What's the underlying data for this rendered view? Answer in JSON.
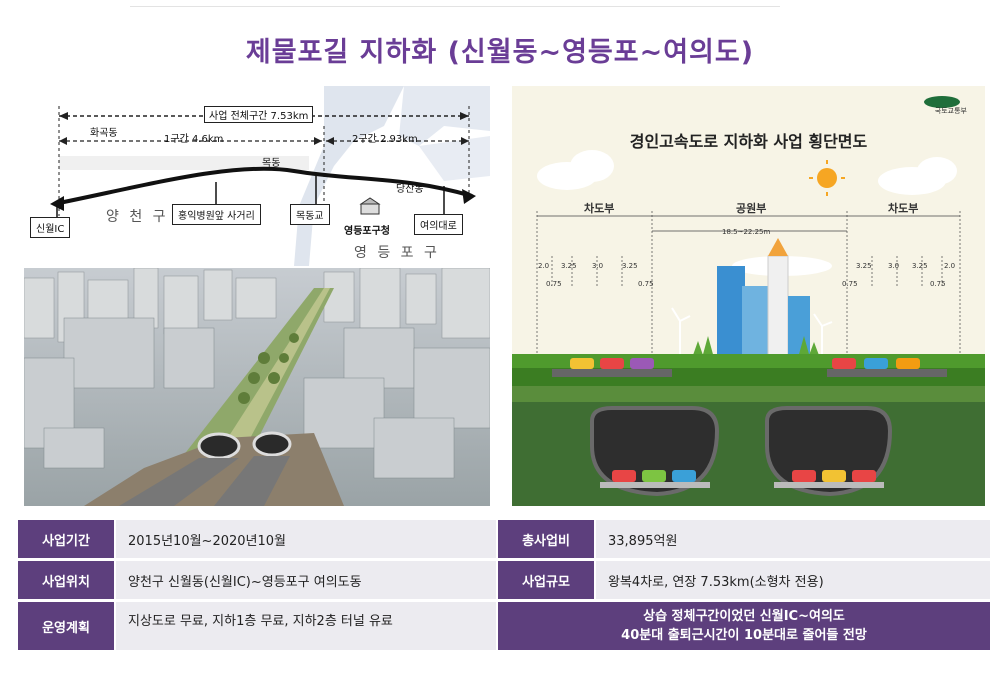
{
  "title": "제물포길 지하화 (신월동~영등포~여의도)",
  "map": {
    "total_label": "사업 전체구간 7.53km",
    "section1_label": "1구간 4.6km",
    "section2_label": "2구간 2.93km",
    "places": {
      "hwagok": "화곡동",
      "mok": "목동",
      "dangsan": "당산동",
      "yangcheon": "양 천 구",
      "yeongdeungpo": "영 등 포 구",
      "gucheong": "영등포구청"
    },
    "boxes": [
      "신월IC",
      "홍익병원앞 사거리",
      "목동교",
      "여의대로"
    ]
  },
  "illustration": {
    "title": "경인고속도로 지하화 사업 횡단면도",
    "logo": "국토교통부",
    "sections": {
      "left": "차도부",
      "center": "공원부",
      "right": "차도부"
    },
    "park_width": "18.5~22.25m",
    "left_dims_top": [
      "2.0",
      "3.25",
      "3.0",
      "3.25"
    ],
    "left_dims_bottom": [
      "0.75",
      "0.75"
    ],
    "right_dims_top": [
      "3.25",
      "3.0",
      "3.25",
      "2.0"
    ],
    "right_dims_bottom": [
      "0.75",
      "0.75"
    ]
  },
  "info": {
    "period_label": "사업기간",
    "period_value": "2015년10월~2020년10월",
    "cost_label": "총사업비",
    "cost_value": "33,895억원",
    "location_label": "사업위치",
    "location_value": "양천구 신월동(신월IC)~영등포구 여의도동",
    "scale_label": "사업규모",
    "scale_value": "왕복4차로, 연장 7.53km(소형차 전용)",
    "plan_label": "운영계획",
    "plan_value": "지상도로 무료, 지하1층 무료, 지하2층 터널 유료",
    "effect_line1": "상습 정체구간이었던 신월IC~여의도",
    "effect_line2": "40분대 출퇴근시간이 10분대로 줄어들 전망"
  },
  "colors": {
    "title": "#6a3d96",
    "header_cell": "#5d3f7d",
    "value_cell": "#ecebf0"
  }
}
